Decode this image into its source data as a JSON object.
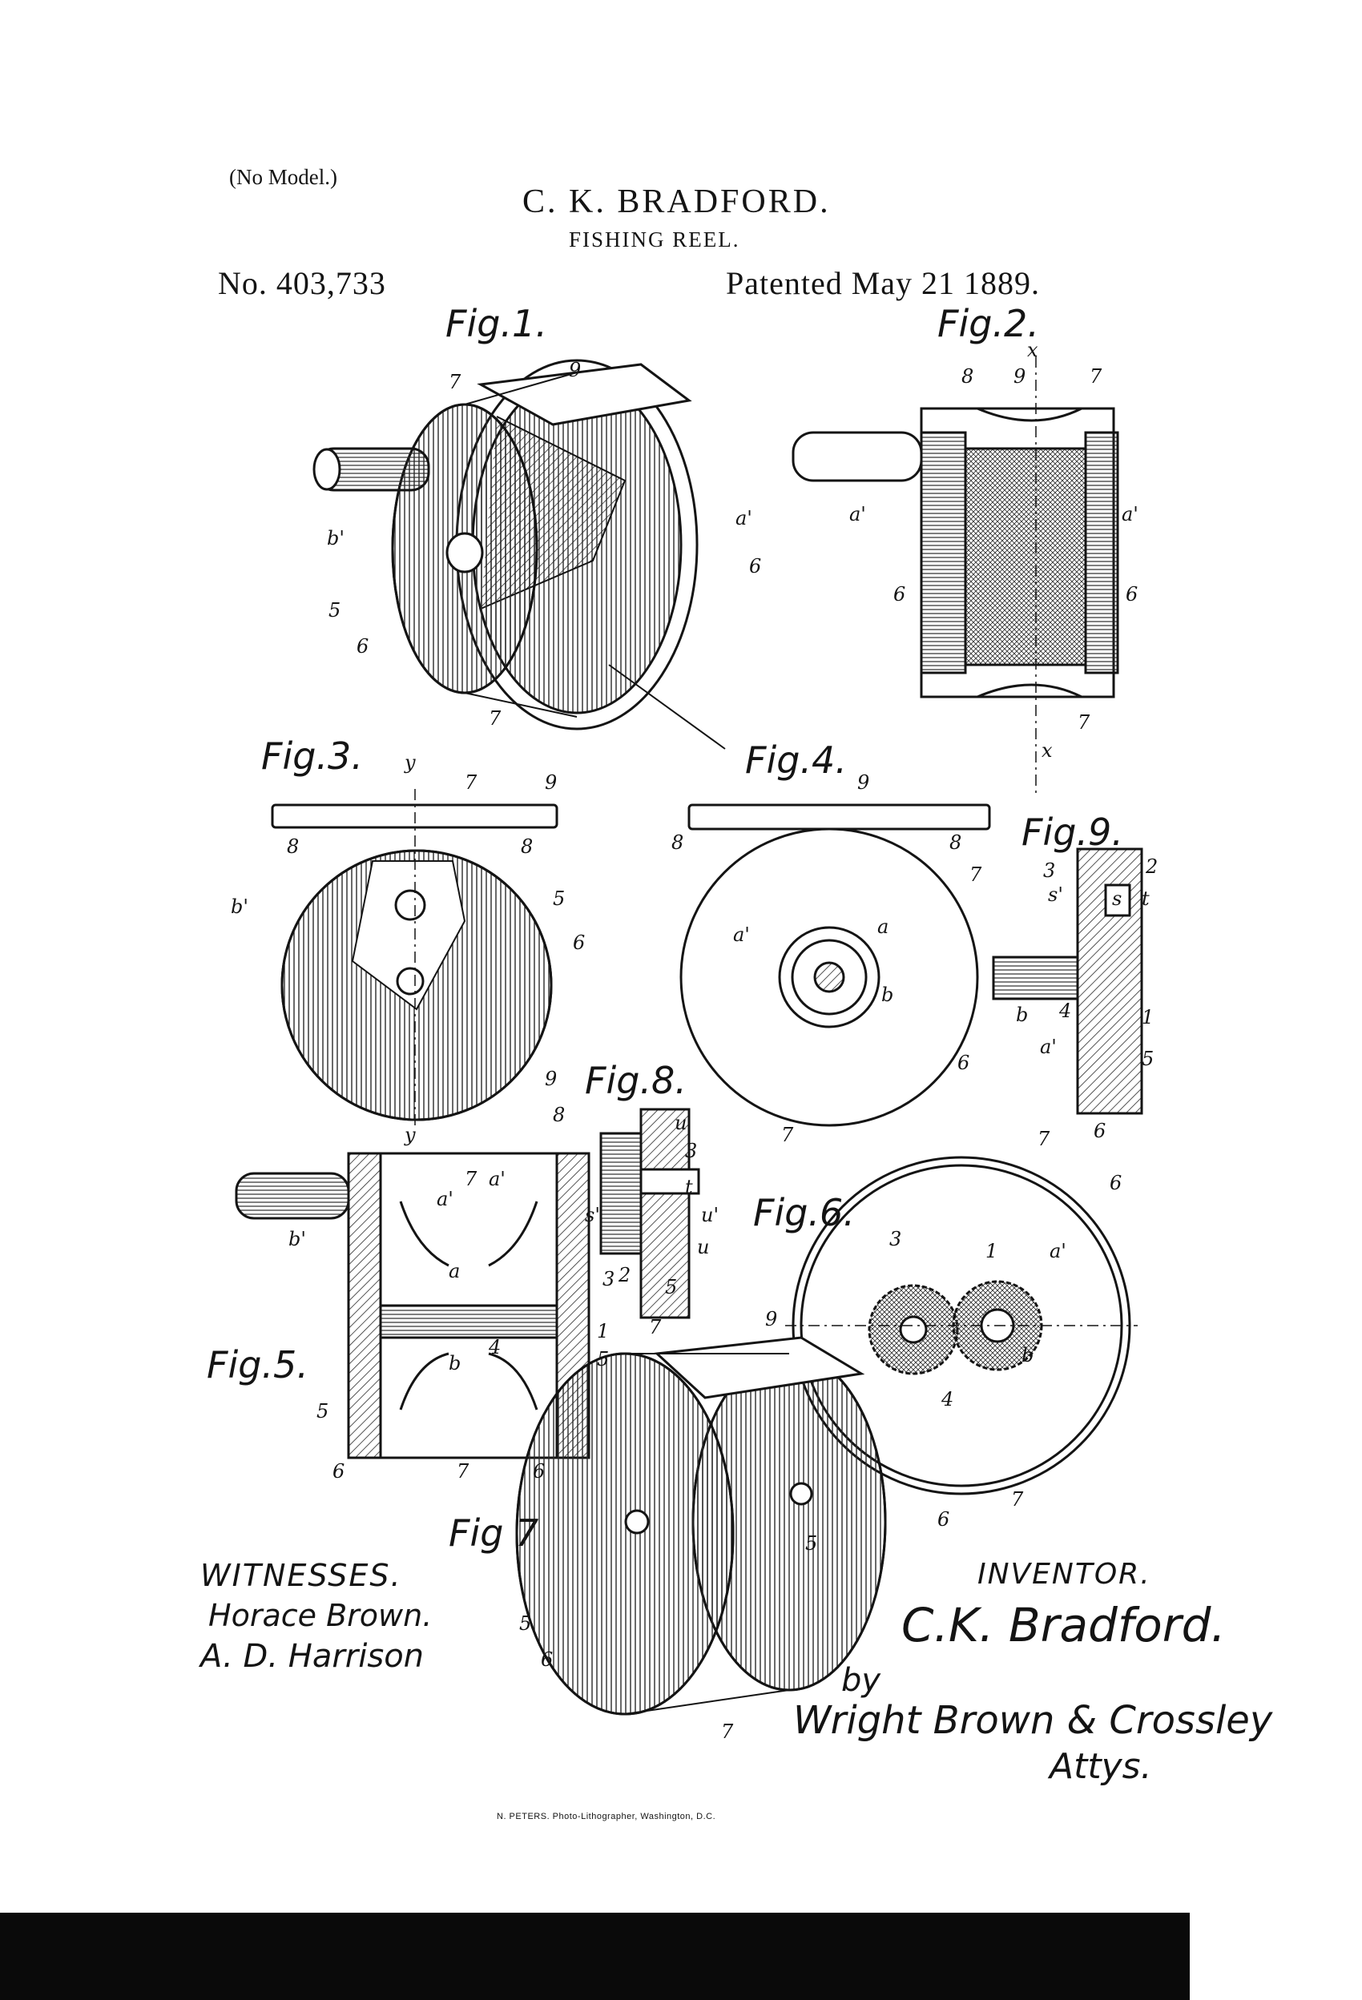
{
  "header": {
    "model_note": "(No Model.)",
    "inventor_name": "C. K. BRADFORD.",
    "title": "FISHING REEL.",
    "patent_number": "No. 403,733",
    "patent_date": "Patented May 21 1889."
  },
  "figures": [
    {
      "id": "fig1",
      "label": "Fig.1."
    },
    {
      "id": "fig2",
      "label": "Fig.2."
    },
    {
      "id": "fig3",
      "label": "Fig.3."
    },
    {
      "id": "fig4",
      "label": "Fig.4."
    },
    {
      "id": "fig5",
      "label": "Fig.5."
    },
    {
      "id": "fig6",
      "label": "Fig.6."
    },
    {
      "id": "fig7",
      "label": "Fig 7"
    },
    {
      "id": "fig8",
      "label": "Fig.8."
    },
    {
      "id": "fig9",
      "label": "Fig.9."
    }
  ],
  "reference_marks": {
    "fig1": [
      "9",
      "7",
      "b'",
      "a'",
      "6",
      "5",
      "6",
      "7"
    ],
    "fig2": [
      "x",
      "8",
      "9",
      "7",
      "a'",
      "a'",
      "6",
      "6",
      "7",
      "x"
    ],
    "fig3": [
      "y",
      "7",
      "9",
      "8",
      "8",
      "b'",
      "5",
      "6",
      "y"
    ],
    "fig4": [
      "9",
      "8",
      "8",
      "7",
      "a'",
      "a",
      "b",
      "6",
      "7"
    ],
    "fig5": [
      "9",
      "8",
      "7",
      "a'",
      "a'",
      "b'",
      "a",
      "b",
      "4",
      "1",
      "5",
      "5",
      "6",
      "7",
      "6"
    ],
    "fig6": [
      "7",
      "6",
      "3",
      "1",
      "a'",
      "b",
      "4",
      "7"
    ],
    "fig7": [
      "7",
      "9",
      "5",
      "6",
      "5",
      "6",
      "7"
    ],
    "fig8": [
      "u",
      "3",
      "t",
      "u'",
      "u",
      "s'",
      "3",
      "2",
      "5"
    ],
    "fig9": [
      "3",
      "2",
      "s'",
      "s",
      "t",
      "b",
      "4",
      "a'",
      "1",
      "5",
      "6"
    ]
  },
  "witnesses": {
    "heading": "WITNESSES.",
    "signatures": [
      "Horace Brown.",
      "A. D. Harrison"
    ]
  },
  "inventor": {
    "heading": "INVENTOR.",
    "signature": "C.K. Bradford.",
    "attorney_line_1": "by",
    "attorney_line_2": "Wright Brown & Crossley",
    "attorney_line_3": "Attys."
  },
  "footer": {
    "lithographer": "N. PETERS. Photo-Lithographer, Washington, D.C."
  }
}
